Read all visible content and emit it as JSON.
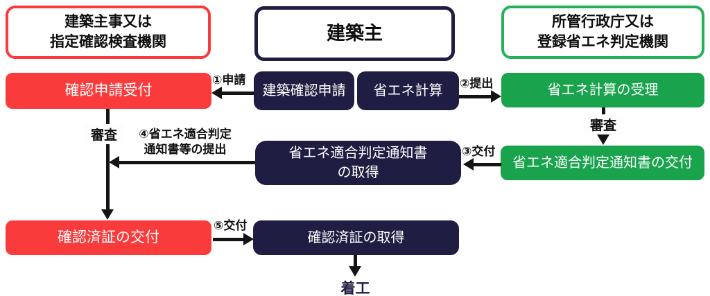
{
  "colors": {
    "red": "#fa3b3b",
    "navy": "#201d42",
    "green": "#18a34c",
    "green_border": "#25b257",
    "ink": "#141414"
  },
  "headers": {
    "left": {
      "line1": "建築主事又は",
      "line2": "指定確認検査機関"
    },
    "center": {
      "label": "建築主"
    },
    "right": {
      "line1": "所管行政庁又は",
      "line2": "登録省エネ判定機関"
    }
  },
  "nodes": {
    "confirm_application_reception": "確認申請受付",
    "building_confirm_application": "建築確認申請",
    "energy_calculation": "省エネ計算",
    "energy_calculation_reception": "省エネ計算の受理",
    "energy_notice_obtain_line1": "省エネ適合判定通知書",
    "energy_notice_obtain_line2": "の取得",
    "energy_notice_issue": "省エネ適合判定通知書の交付",
    "certificate_issue": "確認済証の交付",
    "certificate_obtain": "確認済証の取得",
    "construction_start": "着工"
  },
  "arrow_labels": {
    "step1": "①申請",
    "step2": "②提出",
    "step3": "③交付",
    "step4_line1": "④省エネ適合判定",
    "step4_line2": "通知書等の提出",
    "step5": "⑤交付",
    "review_left": "審査",
    "review_right": "審査"
  }
}
